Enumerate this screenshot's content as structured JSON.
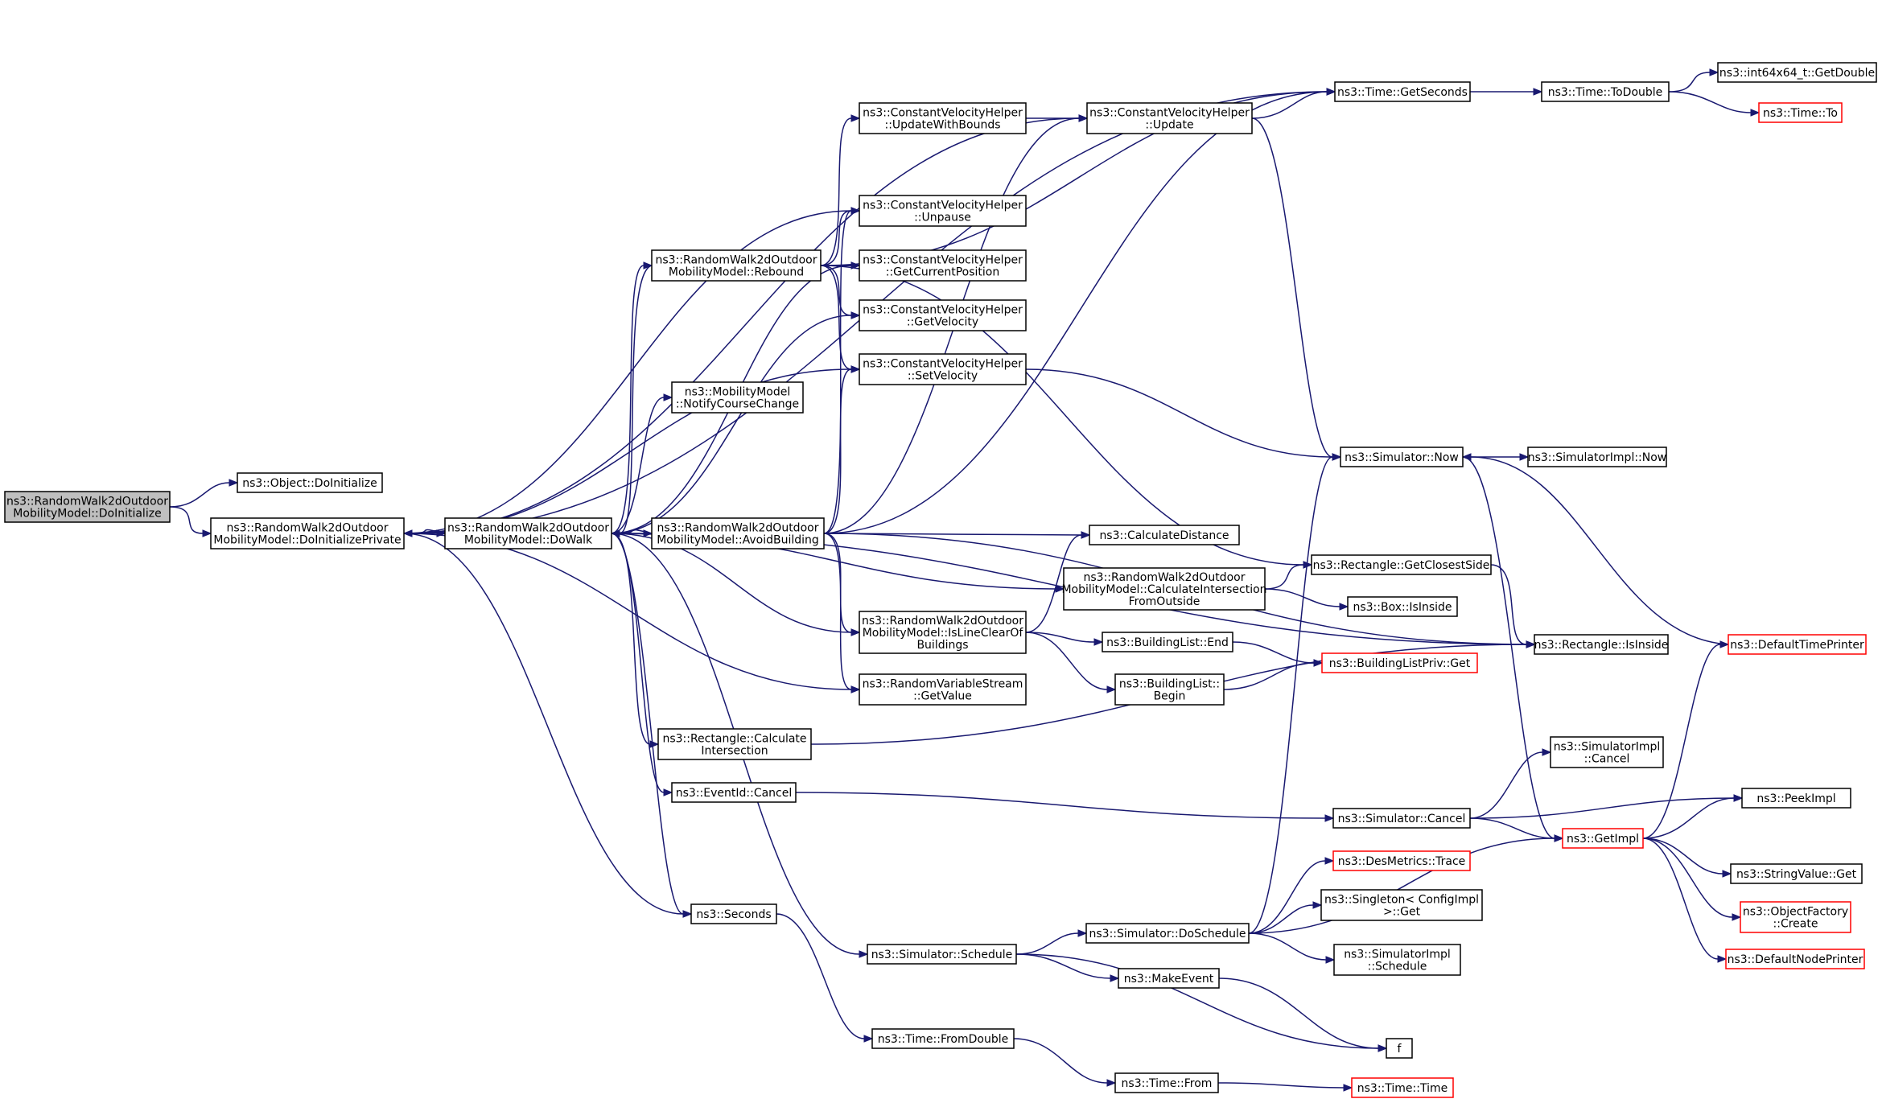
{
  "diagram": {
    "colors": {
      "edge": "#191970",
      "node_border": "#000000",
      "node_border_truncated": "#ff0000",
      "root_fill": "#bfbfbf",
      "node_fill": "#ffffff"
    },
    "nodes": [
      {
        "id": "n0",
        "lines": [
          "ns3::RandomWalk2dOutdoor",
          "MobilityModel::DoInitialize"
        ],
        "root": true
      },
      {
        "id": "n1",
        "lines": [
          "ns3::Object::DoInitialize"
        ]
      },
      {
        "id": "n2",
        "lines": [
          "ns3::RandomWalk2dOutdoor",
          "MobilityModel::DoInitializePrivate"
        ]
      },
      {
        "id": "n3",
        "lines": [
          "ns3::RandomWalk2dOutdoor",
          "MobilityModel::DoWalk"
        ]
      },
      {
        "id": "n4",
        "lines": [
          "ns3::RandomWalk2dOutdoor",
          "MobilityModel::AvoidBuilding"
        ]
      },
      {
        "id": "n5",
        "lines": [
          "ns3::RandomWalk2dOutdoor",
          "MobilityModel::Rebound"
        ]
      },
      {
        "id": "n6",
        "lines": [
          "ns3::ConstantVelocityHelper",
          "::UpdateWithBounds"
        ]
      },
      {
        "id": "n7",
        "lines": [
          "ns3::ConstantVelocityHelper",
          "::Update"
        ]
      },
      {
        "id": "n8",
        "lines": [
          "ns3::Time::GetSeconds"
        ]
      },
      {
        "id": "n9",
        "lines": [
          "ns3::Time::ToDouble"
        ]
      },
      {
        "id": "n10",
        "lines": [
          "ns3::int64x64_t::GetDouble"
        ]
      },
      {
        "id": "n11",
        "lines": [
          "ns3::Time::To"
        ],
        "truncated": true
      },
      {
        "id": "n12",
        "lines": [
          "ns3::ConstantVelocityHelper",
          "::Unpause"
        ]
      },
      {
        "id": "n13",
        "lines": [
          "ns3::ConstantVelocityHelper",
          "::GetCurrentPosition"
        ]
      },
      {
        "id": "n14",
        "lines": [
          "ns3::ConstantVelocityHelper",
          "::GetVelocity"
        ]
      },
      {
        "id": "n15",
        "lines": [
          "ns3::ConstantVelocityHelper",
          "::SetVelocity"
        ]
      },
      {
        "id": "n16",
        "lines": [
          "ns3::MobilityModel",
          "::NotifyCourseChange"
        ]
      },
      {
        "id": "n17",
        "lines": [
          "ns3::Simulator::Now"
        ]
      },
      {
        "id": "n18",
        "lines": [
          "ns3::SimulatorImpl::Now"
        ]
      },
      {
        "id": "n19",
        "lines": [
          "ns3::CalculateDistance"
        ]
      },
      {
        "id": "n20",
        "lines": [
          "ns3::RandomWalk2dOutdoor",
          "MobilityModel::CalculateIntersection",
          "FromOutside"
        ]
      },
      {
        "id": "n21",
        "lines": [
          "ns3::Rectangle::GetClosestSide"
        ]
      },
      {
        "id": "n22",
        "lines": [
          "ns3::Box::IsInside"
        ]
      },
      {
        "id": "n23",
        "lines": [
          "ns3::RandomWalk2dOutdoor",
          "MobilityModel::IsLineClearOf",
          "Buildings"
        ]
      },
      {
        "id": "n24",
        "lines": [
          "ns3::BuildingList::End"
        ]
      },
      {
        "id": "n25",
        "lines": [
          "ns3::BuildingListPriv::Get"
        ],
        "truncated": true
      },
      {
        "id": "n26",
        "lines": [
          "ns3::BuildingList::",
          "Begin"
        ]
      },
      {
        "id": "n27",
        "lines": [
          "ns3::Rectangle::IsInside"
        ]
      },
      {
        "id": "n28",
        "lines": [
          "ns3::DefaultTimePrinter"
        ],
        "truncated": true
      },
      {
        "id": "n29",
        "lines": [
          "ns3::RandomVariableStream",
          "::GetValue"
        ]
      },
      {
        "id": "n30",
        "lines": [
          "ns3::Rectangle::Calculate",
          "Intersection"
        ]
      },
      {
        "id": "n31",
        "lines": [
          "ns3::EventId::Cancel"
        ]
      },
      {
        "id": "n32",
        "lines": [
          "ns3::SimulatorImpl",
          "::Cancel"
        ]
      },
      {
        "id": "n33",
        "lines": [
          "ns3::Simulator::Cancel"
        ]
      },
      {
        "id": "n34",
        "lines": [
          "ns3::PeekImpl"
        ]
      },
      {
        "id": "n35",
        "lines": [
          "ns3::GetImpl"
        ],
        "truncated": true
      },
      {
        "id": "n36",
        "lines": [
          "ns3::StringValue::Get"
        ]
      },
      {
        "id": "n37",
        "lines": [
          "ns3::ObjectFactory",
          "::Create"
        ],
        "truncated": true
      },
      {
        "id": "n38",
        "lines": [
          "ns3::DefaultNodePrinter"
        ],
        "truncated": true
      },
      {
        "id": "n39",
        "lines": [
          "ns3::DesMetrics::Trace"
        ],
        "truncated": true
      },
      {
        "id": "n40",
        "lines": [
          "ns3::Singleton< ConfigImpl",
          " >::Get"
        ]
      },
      {
        "id": "n41",
        "lines": [
          "ns3::SimulatorImpl",
          "::Schedule"
        ]
      },
      {
        "id": "n42",
        "lines": [
          "ns3::Seconds"
        ]
      },
      {
        "id": "n43",
        "lines": [
          "ns3::Simulator::Schedule"
        ]
      },
      {
        "id": "n44",
        "lines": [
          "ns3::Simulator::DoSchedule"
        ]
      },
      {
        "id": "n45",
        "lines": [
          "ns3::MakeEvent"
        ]
      },
      {
        "id": "n46",
        "lines": [
          "f"
        ]
      },
      {
        "id": "n47",
        "lines": [
          "ns3::Time::FromDouble"
        ]
      },
      {
        "id": "n48",
        "lines": [
          "ns3::Time::From"
        ]
      },
      {
        "id": "n49",
        "lines": [
          "ns3::Time::Time"
        ],
        "truncated": true
      }
    ],
    "edges": [
      [
        "n0",
        "n1"
      ],
      [
        "n0",
        "n2"
      ],
      [
        "n2",
        "n3"
      ],
      [
        "n2",
        "n8"
      ],
      [
        "n2",
        "n7"
      ],
      [
        "n2",
        "n12"
      ],
      [
        "n2",
        "n15"
      ],
      [
        "n2",
        "n29"
      ],
      [
        "n2",
        "n42"
      ],
      [
        "n3",
        "n2"
      ],
      [
        "n3",
        "n4"
      ],
      [
        "n3",
        "n5"
      ],
      [
        "n3",
        "n16"
      ],
      [
        "n3",
        "n13"
      ],
      [
        "n3",
        "n14"
      ],
      [
        "n3",
        "n20"
      ],
      [
        "n3",
        "n23"
      ],
      [
        "n3",
        "n27"
      ],
      [
        "n3",
        "n30"
      ],
      [
        "n3",
        "n31"
      ],
      [
        "n3",
        "n42"
      ],
      [
        "n3",
        "n43"
      ],
      [
        "n4",
        "n3"
      ],
      [
        "n4",
        "n7"
      ],
      [
        "n4",
        "n8"
      ],
      [
        "n4",
        "n12"
      ],
      [
        "n4",
        "n15"
      ],
      [
        "n4",
        "n19"
      ],
      [
        "n4",
        "n23"
      ],
      [
        "n4",
        "n27"
      ],
      [
        "n4",
        "n29"
      ],
      [
        "n5",
        "n3"
      ],
      [
        "n5",
        "n6"
      ],
      [
        "n5",
        "n8"
      ],
      [
        "n5",
        "n12"
      ],
      [
        "n5",
        "n13"
      ],
      [
        "n5",
        "n14"
      ],
      [
        "n5",
        "n15"
      ],
      [
        "n5",
        "n21"
      ],
      [
        "n6",
        "n7"
      ],
      [
        "n7",
        "n8"
      ],
      [
        "n7",
        "n17"
      ],
      [
        "n8",
        "n9"
      ],
      [
        "n9",
        "n10"
      ],
      [
        "n9",
        "n11"
      ],
      [
        "n15",
        "n17"
      ],
      [
        "n17",
        "n18"
      ],
      [
        "n17",
        "n35"
      ],
      [
        "n20",
        "n21"
      ],
      [
        "n20",
        "n22"
      ],
      [
        "n21",
        "n27"
      ],
      [
        "n23",
        "n19"
      ],
      [
        "n23",
        "n24"
      ],
      [
        "n23",
        "n26"
      ],
      [
        "n24",
        "n25"
      ],
      [
        "n26",
        "n25"
      ],
      [
        "n28",
        "n17"
      ],
      [
        "n30",
        "n27"
      ],
      [
        "n31",
        "n33"
      ],
      [
        "n33",
        "n32"
      ],
      [
        "n33",
        "n34"
      ],
      [
        "n33",
        "n35"
      ],
      [
        "n35",
        "n28"
      ],
      [
        "n35",
        "n34"
      ],
      [
        "n35",
        "n36"
      ],
      [
        "n35",
        "n37"
      ],
      [
        "n35",
        "n38"
      ],
      [
        "n42",
        "n47"
      ],
      [
        "n43",
        "n44"
      ],
      [
        "n43",
        "n45"
      ],
      [
        "n43",
        "n46"
      ],
      [
        "n44",
        "n17"
      ],
      [
        "n44",
        "n39"
      ],
      [
        "n44",
        "n40"
      ],
      [
        "n44",
        "n41"
      ],
      [
        "n44",
        "n35"
      ],
      [
        "n45",
        "n46"
      ],
      [
        "n47",
        "n48"
      ],
      [
        "n48",
        "n49"
      ]
    ]
  }
}
